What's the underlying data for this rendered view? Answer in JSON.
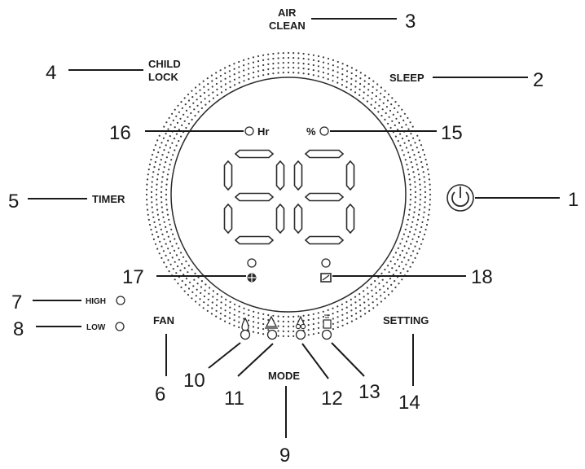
{
  "labels": {
    "air_clean_line1": "AIR",
    "air_clean_line2": "CLEAN",
    "child_lock_line1": "CHILD",
    "child_lock_line2": "LOCK",
    "sleep": "SLEEP",
    "timer": "TIMER",
    "high": "HIGH",
    "low": "LOW",
    "fan": "FAN",
    "mode": "MODE",
    "setting": "SETTING",
    "hr": "Hr",
    "percent": "%"
  },
  "callouts": {
    "power": "1",
    "sleep": "2",
    "air_clean": "3",
    "child_lock": "4",
    "timer": "5",
    "fan": "6",
    "high": "7",
    "low": "8",
    "mode": "9",
    "mode_1": "10",
    "mode_2": "11",
    "mode_3": "12",
    "mode_4": "13",
    "setting": "14",
    "percent_indicator": "15",
    "hr_indicator": "16",
    "indicator_left": "17",
    "indicator_right": "18"
  },
  "display": {
    "digits": [
      "8",
      "8"
    ]
  },
  "icons": {
    "power": "power-icon",
    "mode_1": "water-drop-icon",
    "mode_2": "triangle-drop-icon",
    "mode_3": "clothes-icon",
    "mode_4": "bucket-icon",
    "indicator_left": "fan-icon",
    "indicator_right": "tank-icon"
  }
}
